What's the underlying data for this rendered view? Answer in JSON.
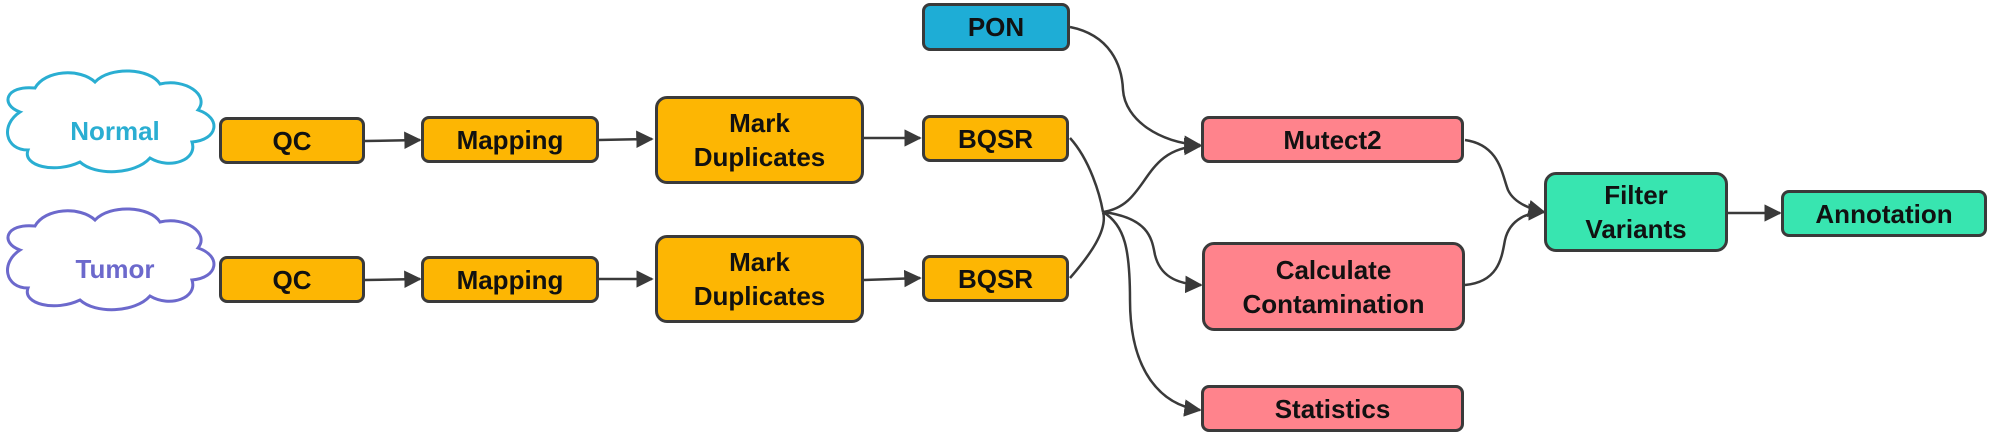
{
  "colors": {
    "prep": "#FDB603",
    "pon": "#1EADD6",
    "caller": "#FF838C",
    "final": "#38E5B0",
    "normal": "#2AAED2",
    "tumor": "#6C69CC",
    "edge": "#3a3a3a"
  },
  "inputs": {
    "normal": "Normal",
    "tumor": "Tumor"
  },
  "nodes": {
    "qc_normal": "QC",
    "mapping_normal": "Mapping",
    "markdup_normal": "Mark\nDuplicates",
    "bqsr_normal": "BQSR",
    "qc_tumor": "QC",
    "mapping_tumor": "Mapping",
    "markdup_tumor": "Mark\nDuplicates",
    "bqsr_tumor": "BQSR",
    "pon": "PON",
    "mutect2": "Mutect2",
    "contamination": "Calculate\nContamination",
    "statistics": "Statistics",
    "filter": "Filter\nVariants",
    "annotation": "Annotation"
  }
}
